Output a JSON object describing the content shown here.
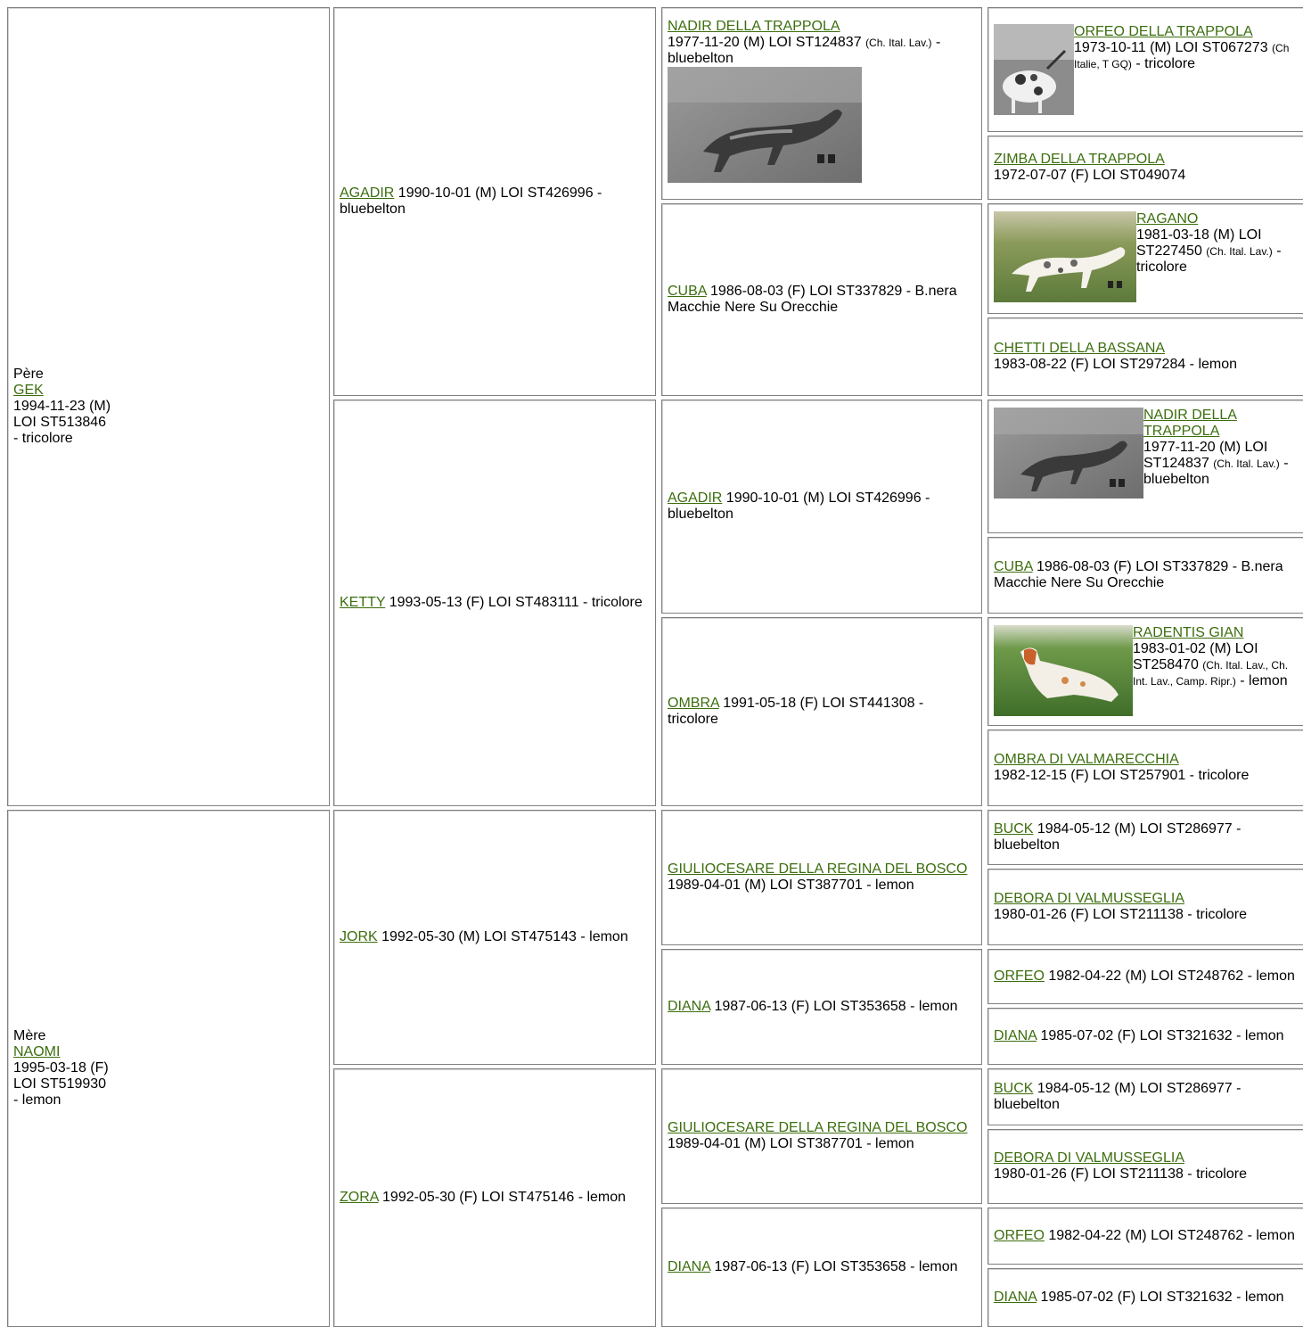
{
  "father_label": "Père",
  "mother_label": "Mère",
  "father": {
    "name": "GEK",
    "date": "1994-11-23 (M)",
    "loi": "LOI ST513846",
    "color": "- tricolore"
  },
  "mother": {
    "name": "NAOMI",
    "date": "1995-03-18 (F)",
    "loi": "LOI ST519930",
    "color": "- lemon"
  },
  "gen2": {
    "agadir": {
      "name": "AGADIR",
      "text": "1990-10-01 (M) LOI ST426996 - bluebelton"
    },
    "ketty": {
      "name": "KETTY",
      "text": "1993-05-13 (F) LOI ST483111 - tricolore"
    },
    "jork": {
      "name": "JORK",
      "text": "1992-05-30 (M) LOI ST475143 - lemon"
    },
    "zora": {
      "name": "ZORA",
      "text": "1992-05-30 (F) LOI ST475146 - lemon"
    }
  },
  "gen3": {
    "nadir": {
      "name": "NADIR DELLA TRAPPOLA",
      "text": "1977-11-20 (M) LOI ST124837",
      "titles": "(Ch. Ital. Lav.)",
      "color": "- bluebelton"
    },
    "cuba": {
      "name": "CUBA",
      "text": "1986-08-03 (F) LOI ST337829 - B.nera Macchie Nere Su Orecchie"
    },
    "agadir": {
      "name": "AGADIR",
      "text": "1990-10-01 (M) LOI ST426996 - bluebelton"
    },
    "ombra": {
      "name": "OMBRA",
      "text": "1991-05-18 (F) LOI ST441308 - tricolore"
    },
    "giulio1": {
      "name": "GIULIOCESARE DELLA REGINA DEL BOSCO",
      "text": "1989-04-01 (M) LOI ST387701 - lemon"
    },
    "diana1": {
      "name": "DIANA",
      "text": "1987-06-13 (F) LOI ST353658 - lemon"
    },
    "giulio2": {
      "name": "GIULIOCESARE DELLA REGINA DEL BOSCO",
      "text": "1989-04-01 (M) LOI ST387701 - lemon"
    },
    "diana2": {
      "name": "DIANA",
      "text": "1987-06-13 (F) LOI ST353658 - lemon"
    }
  },
  "gen4": {
    "orfeo_t": {
      "name": "ORFEO DELLA TRAPPOLA",
      "text": "1973-10-11 (M) LOI ST067273",
      "titles": "(Ch Italie, T GQ)",
      "color": "- tricolore"
    },
    "zimba": {
      "name": "ZIMBA DELLA TRAPPOLA",
      "text": "1972-07-07 (F) LOI ST049074"
    },
    "ragano": {
      "name": "RAGANO",
      "text": "1981-03-18 (M) LOI ST227450",
      "titles": "(Ch. Ital. Lav.)",
      "color": "- tricolore"
    },
    "chetti": {
      "name": "CHETTI DELLA BASSANA",
      "text": "1983-08-22 (F) LOI ST297284 - lemon"
    },
    "nadir": {
      "name": "NADIR DELLA TRAPPOLA",
      "text": "1977-11-20 (M) LOI ST124837",
      "titles": "(Ch. Ital. Lav.)",
      "color": "- bluebelton"
    },
    "cuba": {
      "name": "CUBA",
      "text": "1986-08-03 (F) LOI ST337829 - B.nera Macchie Nere Su Orecchie"
    },
    "radentis": {
      "name": "RADENTIS GIAN",
      "text": "1983-01-02 (M) LOI ST258470",
      "titles": "(Ch. Ital. Lav., Ch. Int. Lav., Camp. Ripr.)",
      "color": "- lemon"
    },
    "ombra_v": {
      "name": "OMBRA DI VALMARECCHIA",
      "text": "1982-12-15 (F) LOI ST257901 - tricolore"
    },
    "buck1": {
      "name": "BUCK",
      "text": "1984-05-12 (M) LOI ST286977 - bluebelton"
    },
    "debora1": {
      "name": "DEBORA DI VALMUSSEGLIA",
      "text": "1980-01-26 (F) LOI ST211138 - tricolore"
    },
    "orfeo1": {
      "name": "ORFEO",
      "text": "1982-04-22 (M) LOI ST248762 - lemon"
    },
    "diana_a": {
      "name": "DIANA",
      "text": "1985-07-02 (F) LOI ST321632 - lemon"
    },
    "buck2": {
      "name": "BUCK",
      "text": "1984-05-12 (M) LOI ST286977 - bluebelton"
    },
    "debora2": {
      "name": "DEBORA DI VALMUSSEGLIA",
      "text": "1980-01-26 (F) LOI ST211138 - tricolore"
    },
    "orfeo2": {
      "name": "ORFEO",
      "text": "1982-04-22 (M) LOI ST248762 - lemon"
    },
    "diana_b": {
      "name": "DIANA",
      "text": "1985-07-02 (F) LOI ST321632 - lemon"
    }
  }
}
